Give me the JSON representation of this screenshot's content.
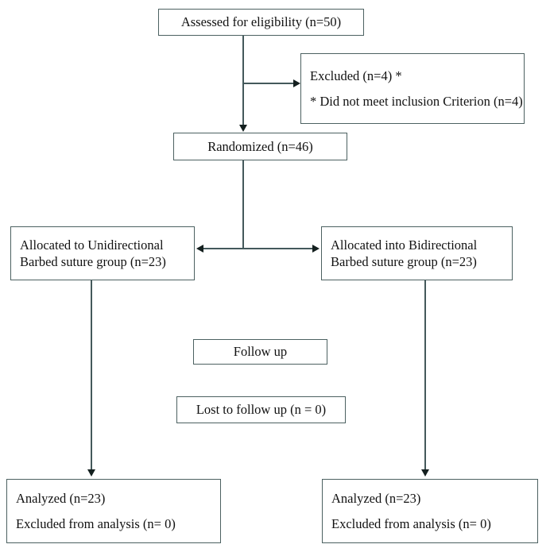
{
  "diagram": {
    "type": "flowchart",
    "title": "CONSORT participant flow diagram",
    "line_color": "#44595b",
    "arrow_color": "#14201f",
    "box_border_color": "#4c6161",
    "background": "#ffffff"
  },
  "nodes": {
    "assessed": {
      "label": "Assessed for eligibility (n=50)",
      "n": 50
    },
    "excluded": {
      "line1": "Excluded (n=4) *",
      "line2": "* Did not meet inclusion Criterion (n=4)",
      "n": 4
    },
    "randomized": {
      "label": "Randomized (n=46)",
      "n": 46
    },
    "allocated_left": {
      "line1": "Allocated to Unidirectional",
      "line2": "Barbed suture group (n=23)",
      "n": 23
    },
    "allocated_right": {
      "line1": "Allocated into Bidirectional",
      "line2": "Barbed suture group (n=23)",
      "n": 23
    },
    "follow_up": {
      "label": "Follow up"
    },
    "lost_follow_up": {
      "label": "Lost to follow up (n = 0)",
      "n": 0
    },
    "analyzed_left": {
      "line1": "Analyzed (n=23)",
      "line2": "Excluded from analysis (n= 0)",
      "n": 23,
      "excluded_n": 0
    },
    "analyzed_right": {
      "line1": "Analyzed (n=23)",
      "line2": "Excluded from analysis (n= 0)",
      "n": 23,
      "excluded_n": 0
    }
  }
}
